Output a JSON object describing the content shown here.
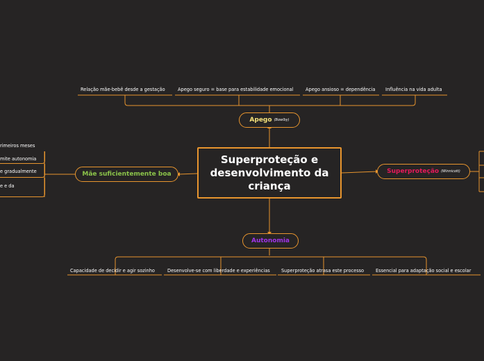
{
  "central": {
    "title": "Superproteção e desenvolvimento da criança"
  },
  "apego": {
    "label": "Apego",
    "sub": "(Bowlby)",
    "color": "#f5e27a",
    "items": [
      "Relação mãe-bebê desde a gestação",
      "Apego seguro = base para estabilidade emocional",
      "Apego ansioso = dependência",
      "Influência na vida adulta"
    ]
  },
  "superprotecao": {
    "label": "Superproteção",
    "sub": "(Winnicott)",
    "color": "#e5195a"
  },
  "mae": {
    "label": "Mãe suficientemente boa",
    "color": "#8bc34a",
    "items": [
      "rimeiros meses",
      "mite autonomia",
      "e gradualmente",
      "e e da"
    ]
  },
  "autonomia": {
    "label": "Autonomia",
    "color": "#a033e8",
    "items": [
      "Capacidade de decidir e agir sozinho",
      "Desenvolve-se com liberdade e experiências",
      "Superproteção atrasa este processo",
      "Essencial para adaptação social e escolar"
    ]
  },
  "colors": {
    "connector": "#e8952e",
    "background": "#262424"
  }
}
